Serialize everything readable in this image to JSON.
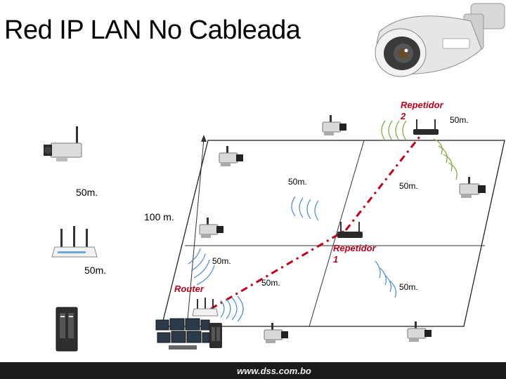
{
  "title": "Red IP LAN No Cableada",
  "labels": {
    "repeater2": "Repetidor 2",
    "repeater1": "Repetidor 1",
    "router": "Router",
    "d_top_right": "50m.",
    "d_center_top": "50m.",
    "d_right_mid": "50m.",
    "d_left_top": "50m.",
    "d_100": "100 m.",
    "d_router_a": "50m.",
    "d_left_bottom": "50m.",
    "d_router_b": "50m.",
    "d_bottom_right": "50m."
  },
  "footer": "www.dss.com.bo",
  "colors": {
    "link": "#c0001a",
    "wave_green": "#7aa83a",
    "wave_blue": "#4a8ad0",
    "footer_bg": "#1b1b1b"
  },
  "icons": [
    "camera-icon",
    "router-icon",
    "repeater-icon",
    "nvr-server-icon",
    "monitor-wall-icon"
  ]
}
